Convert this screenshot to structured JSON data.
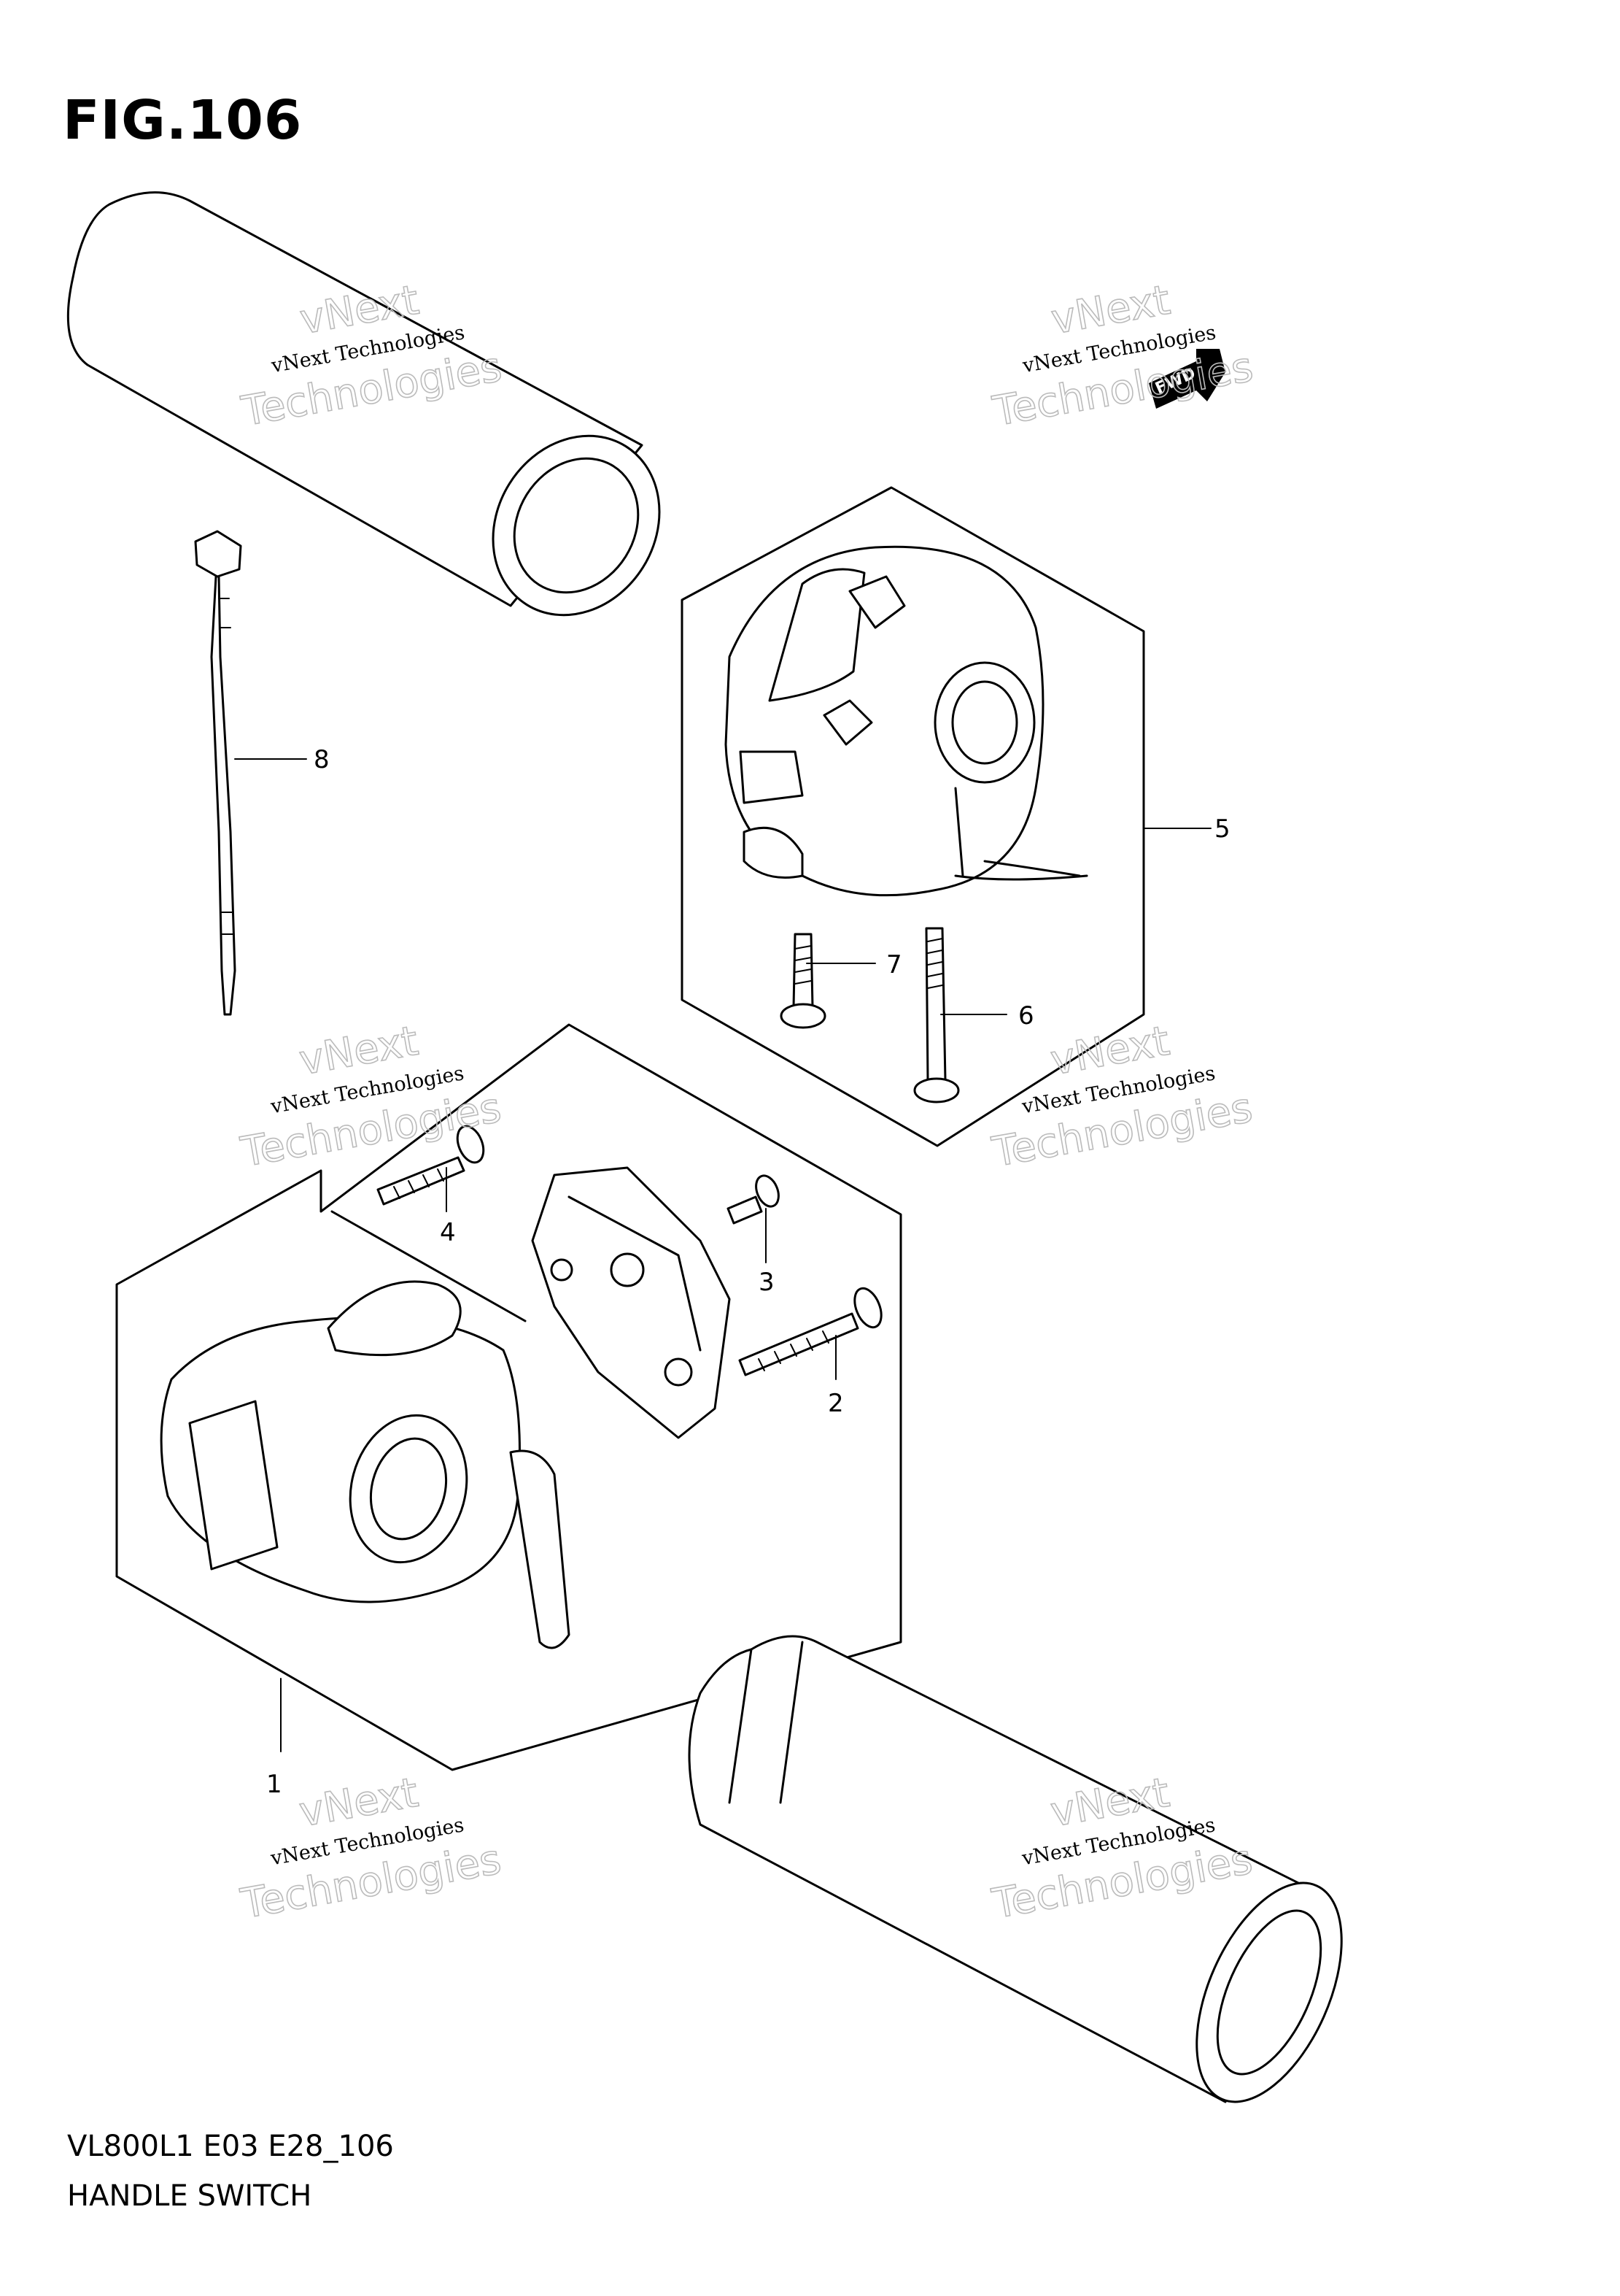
{
  "figure": {
    "title": "FIG.106",
    "footer_code": "VL800L1 E03 E28_106",
    "footer_name": "HANDLE SWITCH"
  },
  "fwd_arrow_label": "FWD",
  "callouts": [
    "1",
    "2",
    "3",
    "4",
    "5",
    "6",
    "7",
    "8"
  ],
  "watermark": {
    "line1": "vNext",
    "line2": "vNext Technologies",
    "line3": "Technologies"
  },
  "colors": {
    "line": "#000000",
    "background": "#ffffff",
    "watermark": "#bbbbbb"
  }
}
